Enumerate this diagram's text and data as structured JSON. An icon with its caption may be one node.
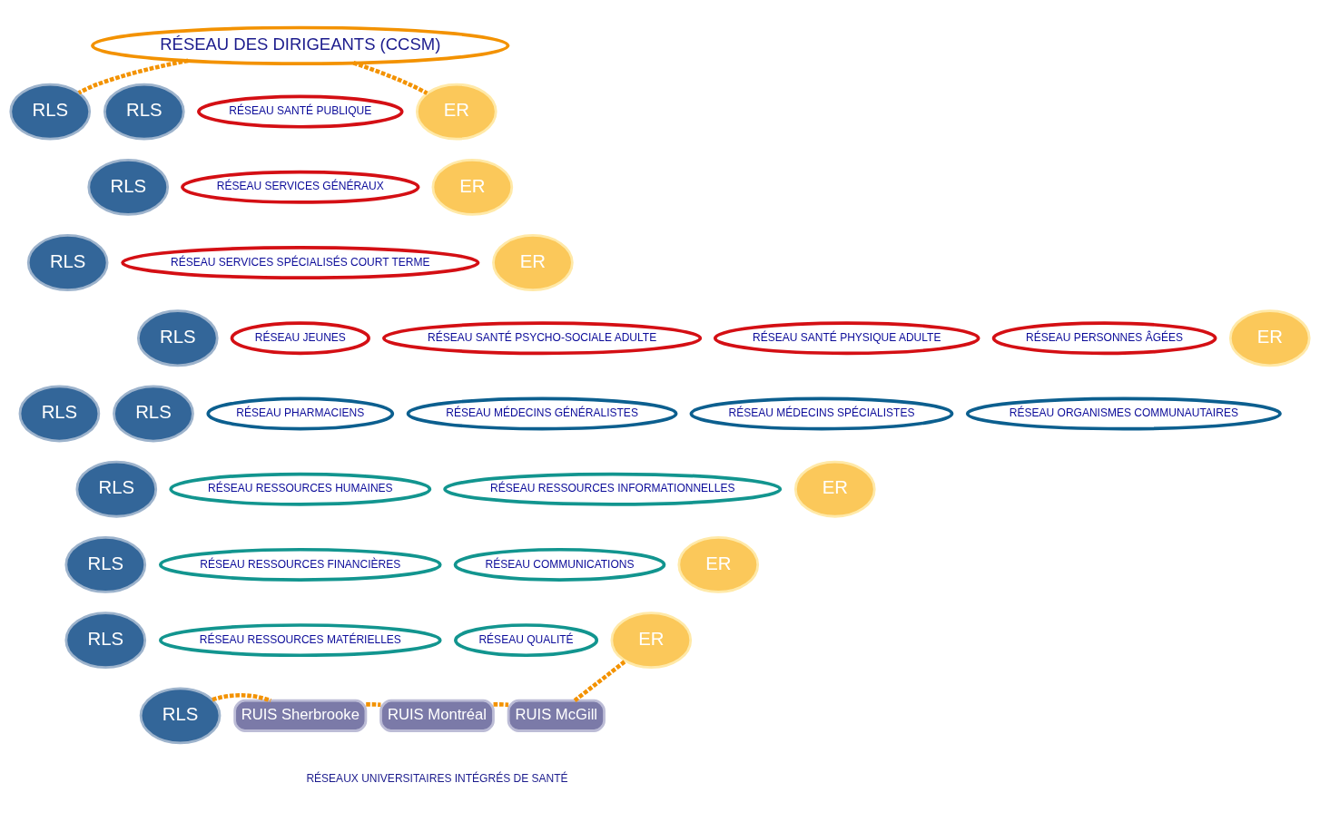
{
  "diagram": {
    "nodes": [
      {
        "text": [
          "RÉSEAU DES DIRIGEANTS (CCSM)"
        ]
      },
      {
        "text": [
          "RLS"
        ]
      },
      {
        "text": [
          "RLS"
        ]
      },
      {
        "text": [
          "RLS"
        ]
      },
      {
        "text": [
          "RLS"
        ]
      },
      {
        "text": [
          "RLS"
        ]
      },
      {
        "text": [
          "RLS"
        ]
      },
      {
        "text": [
          "RLS"
        ]
      },
      {
        "text": [
          "RLS"
        ]
      },
      {
        "text": [
          "RLS"
        ]
      },
      {
        "text": [
          "RLS"
        ]
      },
      {
        "text": [
          "RLS"
        ]
      },
      {
        "text": [
          "ER"
        ]
      },
      {
        "text": [
          "ER"
        ]
      },
      {
        "text": [
          "ER"
        ]
      },
      {
        "text": [
          "ER"
        ]
      },
      {
        "text": [
          "ER"
        ]
      },
      {
        "text": [
          "ER"
        ]
      },
      {
        "text": [
          "ER"
        ]
      },
      {
        "text": [
          "RÉSEAU SANTÉ PUBLIQUE"
        ]
      },
      {
        "text": [
          "RÉSEAU SERVICES GÉNÉRAUX"
        ]
      },
      {
        "text": [
          "RÉSEAU SERVICES SPÉCIALISÉS COURT TERME"
        ]
      },
      {
        "text": [
          "RÉSEAU JEUNES"
        ]
      },
      {
        "text": [
          "RÉSEAU SANTÉ PSYCHO-SOCIALE ADULTE"
        ]
      },
      {
        "text": [
          "RÉSEAU SANTÉ PHYSIQUE ADULTE"
        ]
      },
      {
        "text": [
          "RÉSEAU PERSONNES ÂGÉES"
        ]
      },
      {
        "text": [
          "RÉSEAU PHARMACIENS"
        ]
      },
      {
        "text": [
          "RÉSEAU MÉDECINS GÉNÉRALISTES"
        ]
      },
      {
        "text": [
          "RÉSEAU MÉDECINS SPÉCIALISTES"
        ]
      },
      {
        "text": [
          "RÉSEAU ORGANISMES COMMUNAUTAIRES"
        ]
      },
      {
        "text": [
          "RÉSEAU RESSOURCES HUMAINES"
        ]
      },
      {
        "text": [
          "RÉSEAU RESSOURCES INFORMATIONNELLES"
        ]
      },
      {
        "text": [
          "RÉSEAU RESSOURCES FINANCIÈRES"
        ]
      },
      {
        "text": [
          "RÉSEAU COMMUNICATIONS"
        ]
      },
      {
        "text": [
          "RÉSEAU RESSOURCES MATÉRIELLES"
        ]
      },
      {
        "text": [
          "RÉSEAU QUALITÉ"
        ]
      },
      {
        "text": [
          "RUIS Sherbrooke"
        ]
      },
      {
        "text": [
          "RUIS Montréal"
        ]
      },
      {
        "text": [
          "RUIS McGill"
        ]
      }
    ],
    "edges": [
      {
        "from": 0,
        "to": 1,
        "arrow": "none",
        "style": "dashed",
        "color": "#f39200"
      },
      {
        "from": 0,
        "to": 12,
        "arrow": "none",
        "style": "dashed",
        "color": "#f39200"
      },
      {
        "from": 11,
        "to": 36,
        "arrow": "none",
        "style": "dashed",
        "color": "#f39200"
      },
      {
        "from": 36,
        "to": 37,
        "arrow": "none",
        "style": "dashed",
        "color": "#f39200"
      },
      {
        "from": 37,
        "to": 38,
        "arrow": "none",
        "style": "dashed",
        "color": "#f39200"
      },
      {
        "from": 38,
        "to": 18,
        "arrow": "none",
        "style": "dashed",
        "color": "#f39200"
      }
    ],
    "labels": [
      "RÉSEAUX UNIVERSITAIRES INTÉGRÉS DE SANTÉ"
    ]
  }
}
